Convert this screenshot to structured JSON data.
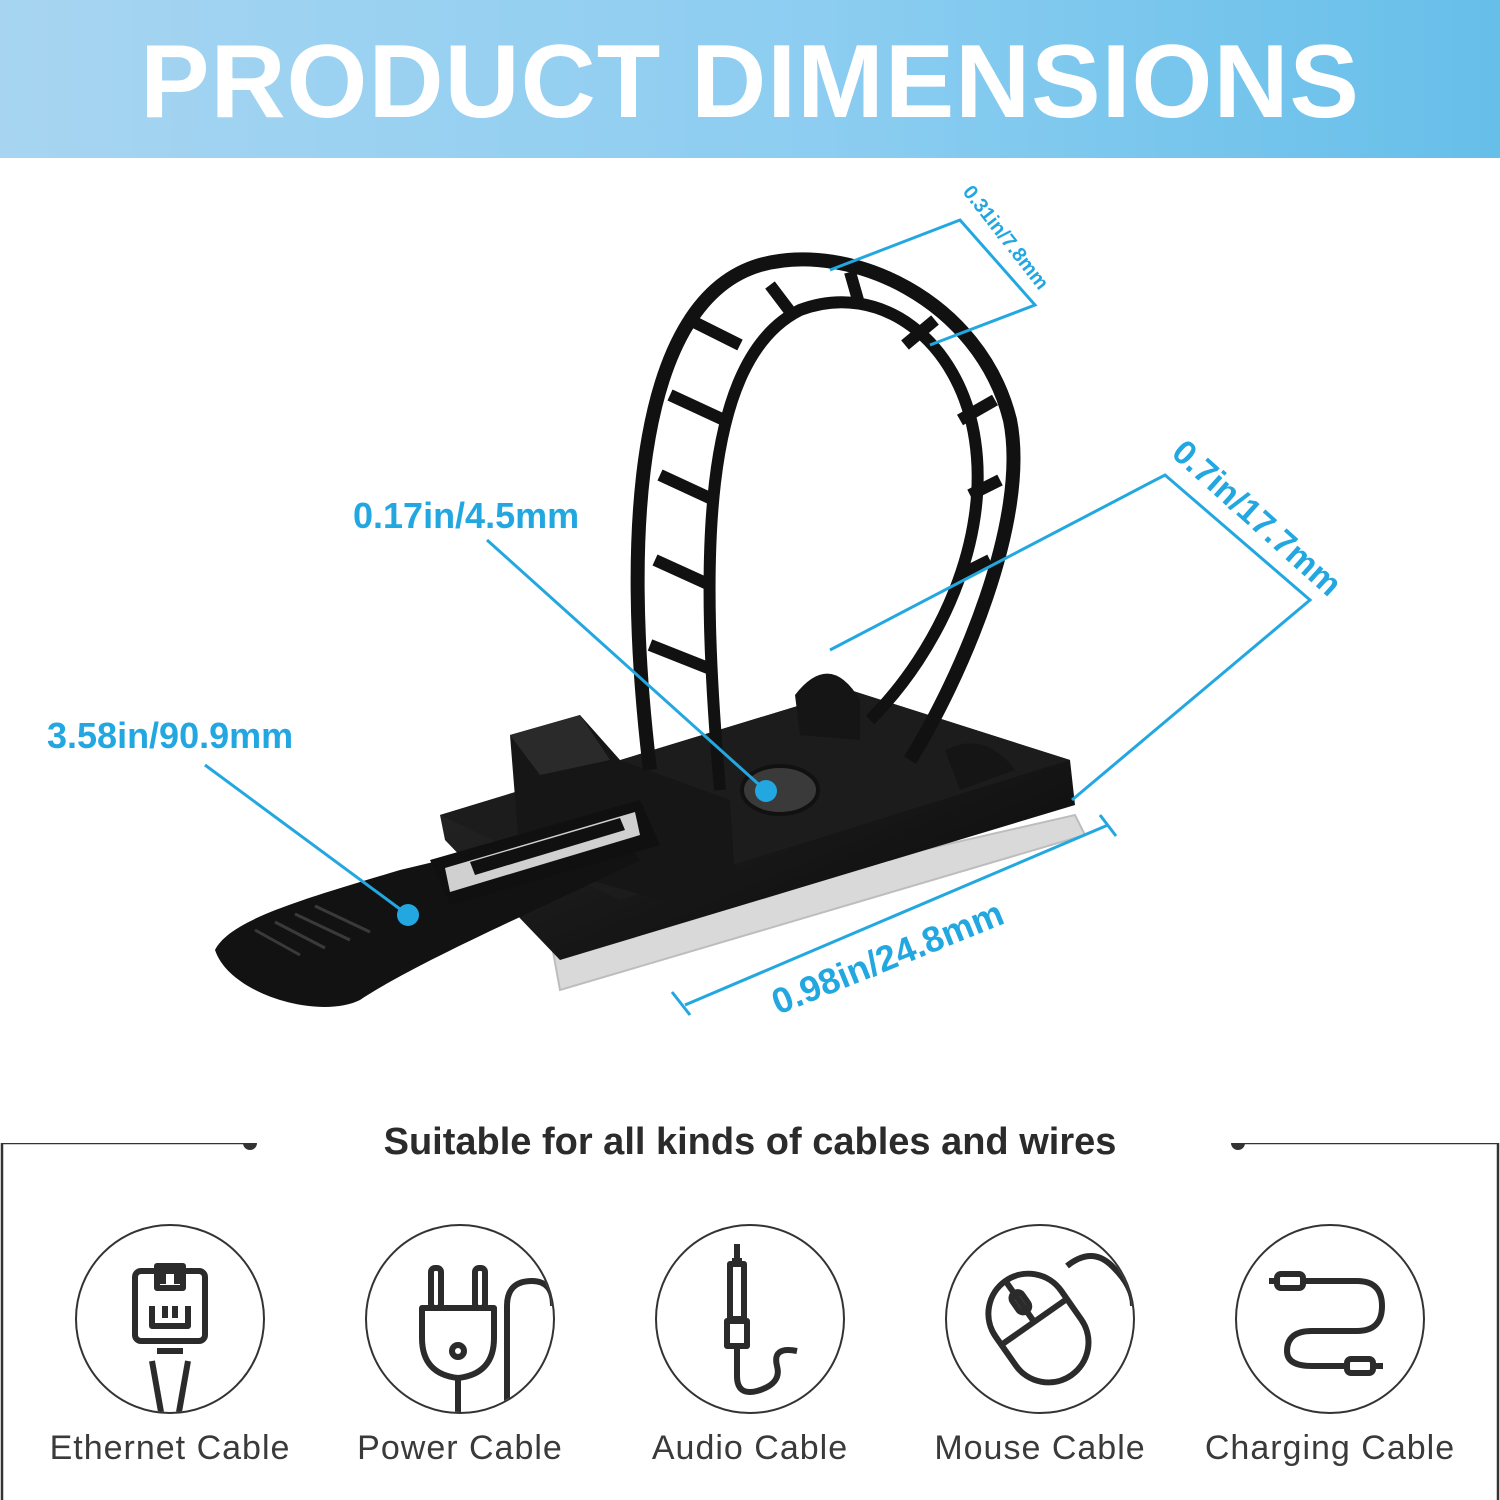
{
  "banner": {
    "title": "PRODUCT DIMENSIONS",
    "gradient_start": "#a7d5f1",
    "gradient_end": "#66bfe9"
  },
  "dimensions": {
    "accent_color": "#23a7e0",
    "strap_width": "0.31in/7.8mm",
    "base_height": "0.7in/17.7mm",
    "hole_diameter": "0.17in/4.5mm",
    "total_length": "3.58in/90.9mm",
    "base_width": "0.98in/24.8mm"
  },
  "suitable": {
    "title": "Suitable for all kinds of cables and wires",
    "cables": [
      {
        "label": "Ethernet Cable",
        "icon": "ethernet-plug-icon"
      },
      {
        "label": "Power Cable",
        "icon": "power-plug-icon"
      },
      {
        "label": "Audio Cable",
        "icon": "audio-jack-icon"
      },
      {
        "label": "Mouse Cable",
        "icon": "mouse-icon"
      },
      {
        "label": "Charging Cable",
        "icon": "charging-cable-icon"
      }
    ]
  }
}
